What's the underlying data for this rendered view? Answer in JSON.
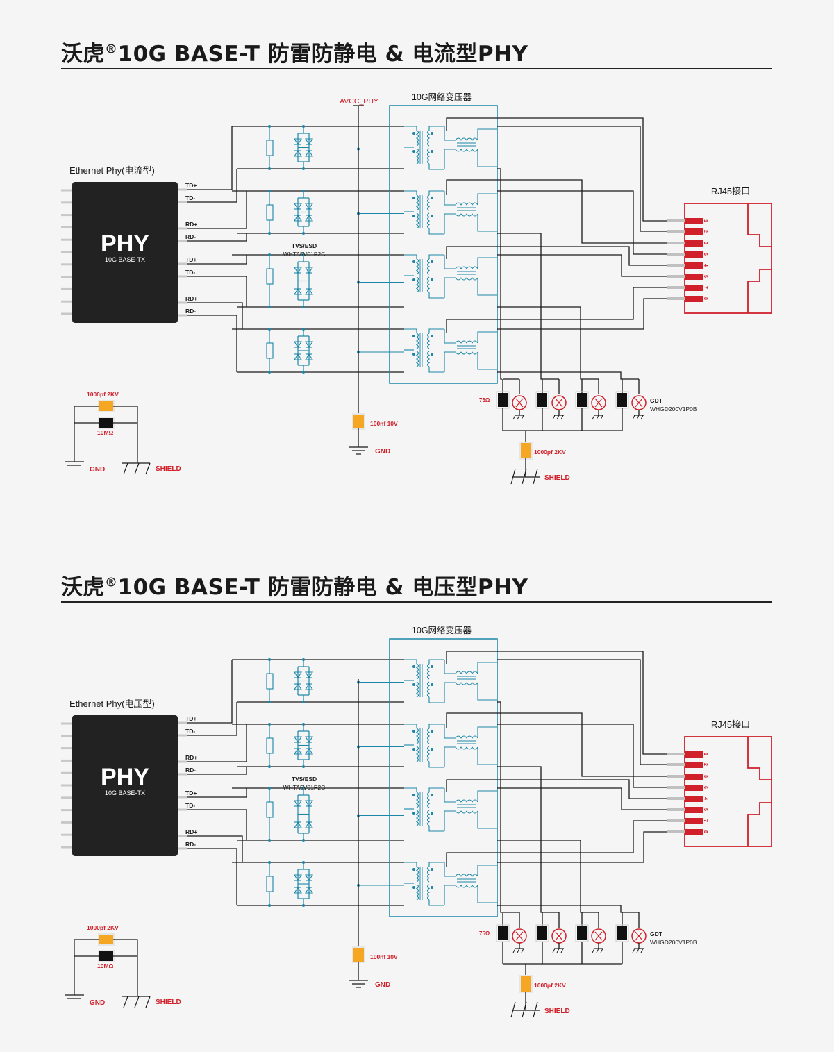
{
  "sections": [
    {
      "title_main": "沃虎",
      "title_reg": "®",
      "title_rest": "10G BASE-T 防雷防静电 & 电流型PHY",
      "phy_caption": "Ethernet Phy(电流型)",
      "avcc_label": "AVCC_PHY"
    },
    {
      "title_main": "沃虎",
      "title_reg": "®",
      "title_rest": "10G BASE-T 防雷防静电 & 电压型PHY",
      "phy_caption": "Ethernet Phy(电压型)",
      "avcc_label": ""
    }
  ],
  "labels": {
    "phy_chip": "PHY",
    "phy_sub": "10G BASE-TX",
    "pins": [
      "TD+",
      "TD-",
      "RD+",
      "RD-",
      "TD+",
      "TD-",
      "RD+",
      "RD-"
    ],
    "tvs_title": "TVS/ESD",
    "tvs_part": "WHTA5V01P2C",
    "transformer": "10G网络变压器",
    "rj45": "RJ45接口",
    "rj45_pins": [
      "1",
      "2",
      "3",
      "6",
      "4",
      "5",
      "7",
      "8"
    ],
    "res75": "75Ω",
    "gdt": "GDT",
    "gdt_part": "WHGD200V1P0B",
    "cap_100nf": "100nf 10V",
    "cap_1000pf": "1000pf 2KV",
    "res_10m": "10MΩ",
    "gnd": "GND",
    "shield": "SHIELD"
  },
  "colors": {
    "red": "#d0202a",
    "teal": "#1a86a8",
    "orange": "#f5a623",
    "wire": "#1a1a1a"
  }
}
